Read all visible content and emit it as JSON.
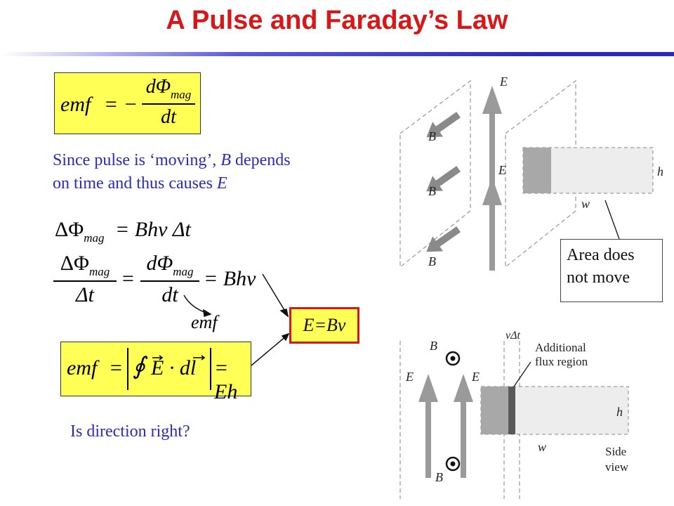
{
  "title": "A Pulse and Faraday’s Law",
  "faraday_eq": {
    "lhs": "emf",
    "eq_minus": "= −",
    "numerator": "dΦ",
    "numerator_sub": "mag",
    "denominator": "dt"
  },
  "description": {
    "line1_a": "Since pulse is ‘moving’, ",
    "line1_b": "B",
    "line1_c": " depends",
    "line2_a": "on time and thus causes ",
    "line2_b": "E"
  },
  "flux_eq1": {
    "lhs": "ΔΦ",
    "lhs_sub": "mag",
    "rhs": "= Bhv Δt"
  },
  "flux_eq2": {
    "num1": "ΔΦ",
    "num1_sub": "mag",
    "den1": "Δt",
    "equals1": "=",
    "num2": "dΦ",
    "num2_sub": "mag",
    "den2": "dt",
    "rhs": "= Bhv"
  },
  "emf_label": "emf",
  "line_integral_eq": {
    "lhs": "emf",
    "equals": "=",
    "integral": "∮",
    "integrand": "E · dl",
    "rhs": "= Eh"
  },
  "result_box": "E=Bv",
  "question": "Is direction right?",
  "callout": {
    "line1": "Area does",
    "line2": "not move"
  },
  "figure_top": {
    "E_label": "E",
    "B_label": "B",
    "h_label": "h",
    "w_label": "w"
  },
  "figure_bottom": {
    "B_label": "B",
    "E_label": "E",
    "vdt_label": "vΔt",
    "additional_line1": "Additional",
    "additional_line2": "flux region",
    "h_label": "h",
    "w_label": "w",
    "side_line1": "Side",
    "side_line2": "view"
  },
  "colors": {
    "title": "#d81818",
    "text_blue": "#2a2abf",
    "highlight": "#ffff55"
  }
}
